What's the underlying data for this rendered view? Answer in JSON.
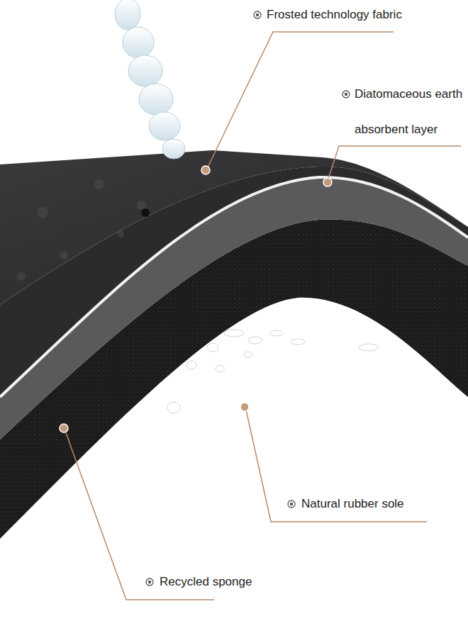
{
  "diagram": {
    "labels": [
      "Frosted technology fabric",
      "Diatomaceous earth absorbent layer",
      "Natural rubber sole",
      "Recycled sponge"
    ]
  }
}
